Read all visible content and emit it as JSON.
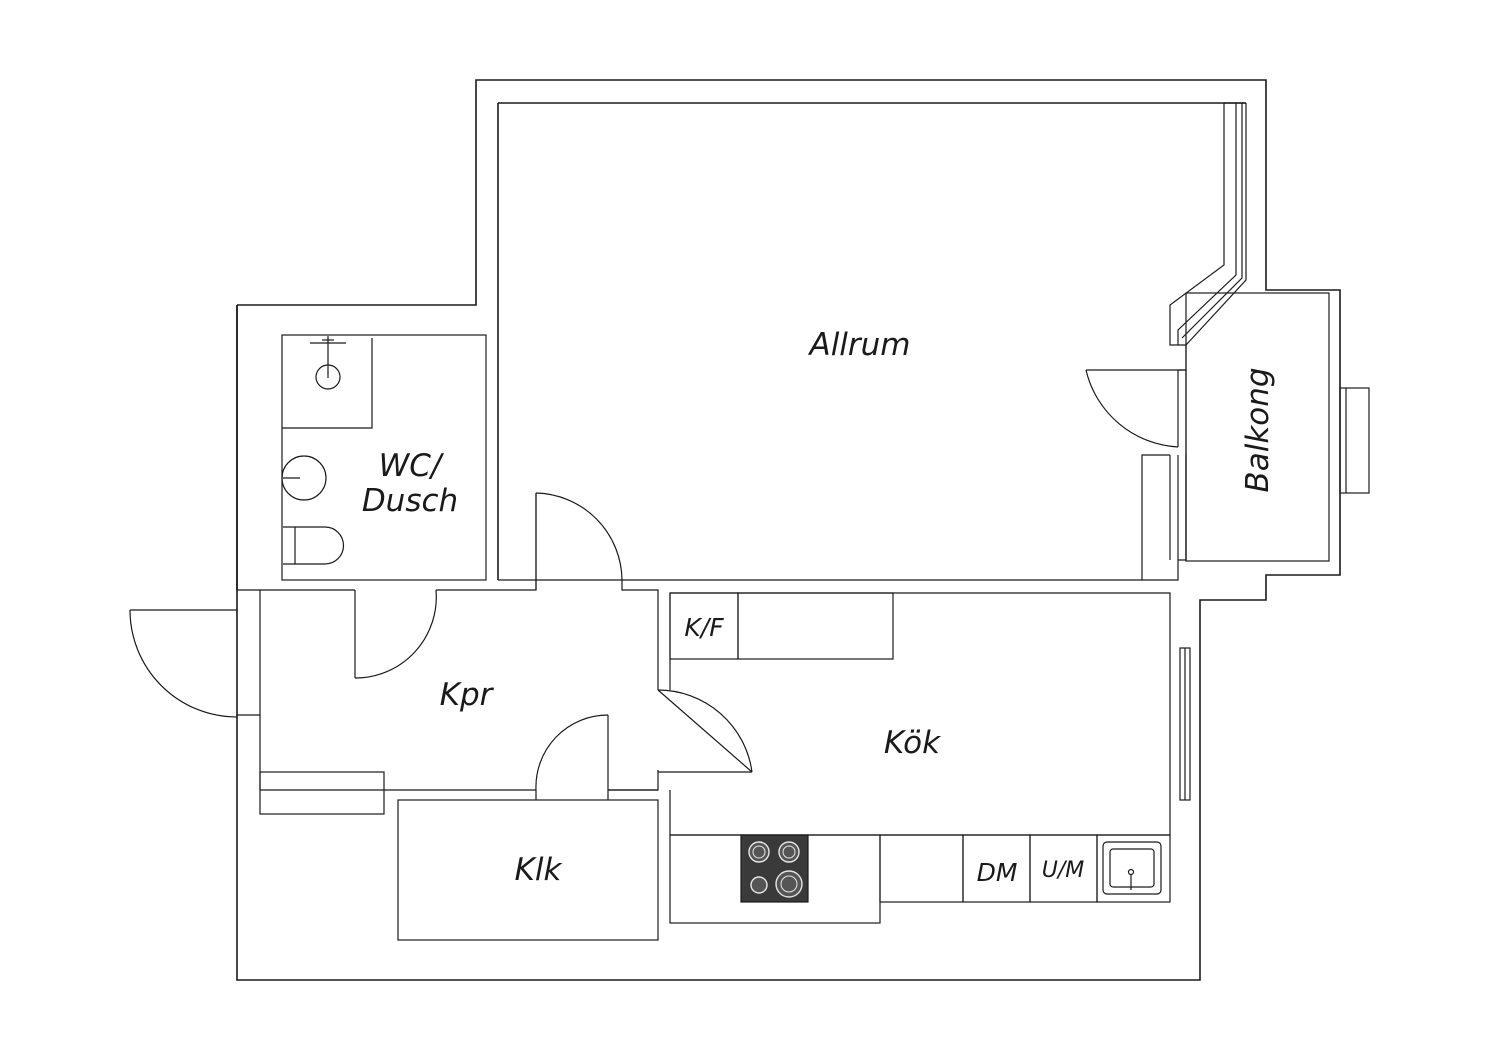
{
  "floor_plan": {
    "rooms": {
      "allrum": "Allrum",
      "balkong": "Balkong",
      "wc_line1": "WC/",
      "wc_line2": "Dusch",
      "kpr": "Kpr",
      "kok": "Kök",
      "klk": "Klk"
    },
    "fixtures": {
      "kf": "K/F",
      "dm": "DM",
      "um": "U/M"
    },
    "colors": {
      "line": "#1a1a1a",
      "background": "#ffffff",
      "stove": "#3a3a3a"
    }
  }
}
